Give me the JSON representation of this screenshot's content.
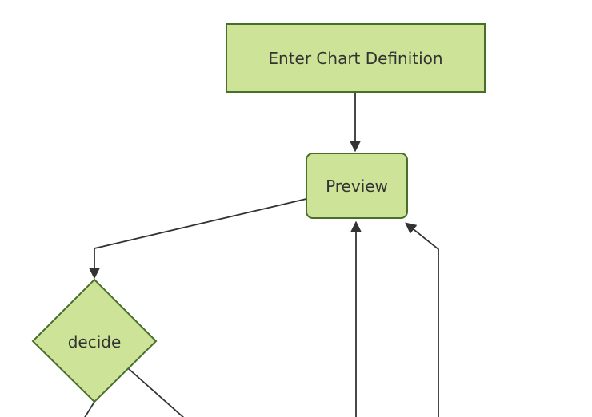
{
  "diagram": {
    "type": "flowchart",
    "direction": "top-down",
    "nodes": [
      {
        "id": "enter-chart-definition",
        "label": "Enter Chart Definition",
        "shape": "rectangle"
      },
      {
        "id": "preview",
        "label": "Preview",
        "shape": "rounded-rectangle"
      },
      {
        "id": "decide",
        "label": "decide",
        "shape": "diamond"
      }
    ],
    "edges": [
      {
        "id": "enter-to-preview",
        "from": "enter-chart-definition",
        "to": "preview",
        "arrowhead": true
      },
      {
        "id": "preview-to-decide",
        "from": "preview",
        "to": "decide",
        "arrowhead": true
      },
      {
        "id": "bottom-to-preview",
        "from": "offscreen-below",
        "to": "preview",
        "arrowhead": true
      },
      {
        "id": "bottom-right-to-preview",
        "from": "offscreen-below",
        "to": "preview",
        "arrowhead": true
      },
      {
        "id": "decide-down-left",
        "from": "decide",
        "to": "offscreen-below",
        "arrowhead": false
      },
      {
        "id": "decide-down-right",
        "from": "decide",
        "to": "offscreen-below",
        "arrowhead": false
      }
    ]
  },
  "colors": {
    "node_fill": "#cde498",
    "node_border": "#486e2a",
    "edge_line": "#333333",
    "text": "#333333",
    "background": "#ffffff"
  }
}
